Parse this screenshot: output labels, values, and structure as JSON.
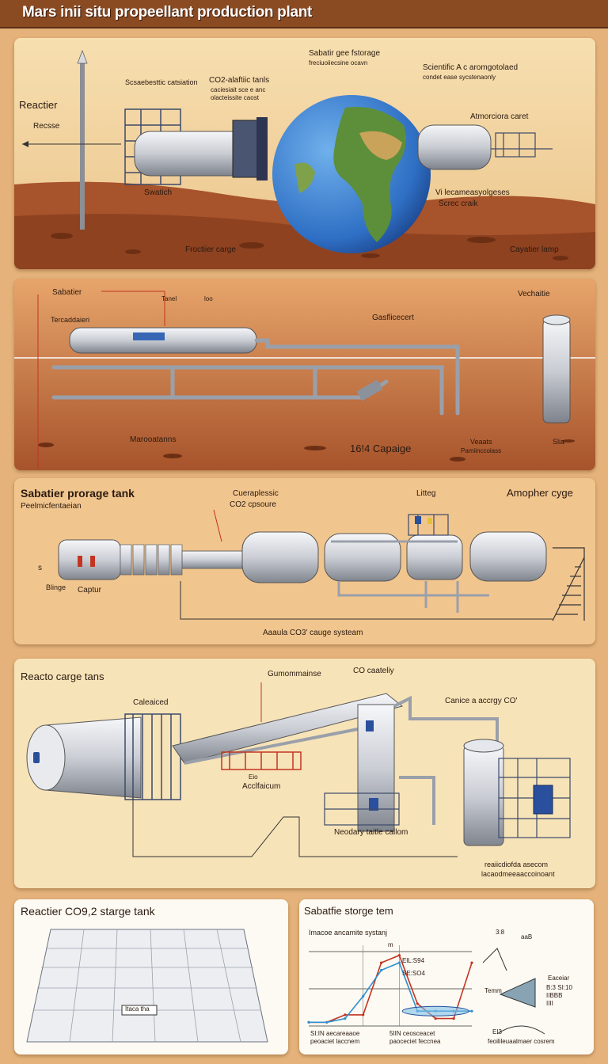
{
  "title": "Mars inii situ propeellant production plant",
  "panel1": {
    "labels": {
      "reactor": "Reactier",
      "receive": "Recsse",
      "separation": "Scsaebesttic catsiation",
      "co2_tanks": "CO2-alaftiic tanls",
      "co2_sub": "caciesiait sce e anc",
      "co2_sub2": "olacteissite caost",
      "storage_top": "Sabatir gee fstorage",
      "storage_sub": "freciuoiiecsine ocavn",
      "scientific": "Scientific A c aromgotolaed",
      "scientific_sub": "condet ease sycstenaonly",
      "atmosphere": "Atmorciora caret",
      "switch": "Swatich",
      "vi_label": "Vi lecameasyolgeses",
      "scree": "Screc craik",
      "product": "Froctiier carge",
      "capsule": "Cayatier lamp"
    }
  },
  "panel2": {
    "labels": {
      "sabatier": "Sabatier",
      "sensor": "Tanel",
      "loo": "loo",
      "encoder": "Tercaddaieri",
      "gas": "Gasflicecert",
      "vechicle": "Vechaitie",
      "maneuver": "Marooatanns",
      "capacity": "16!4 Capaige",
      "veau": "Veaats",
      "pneu": "Pamiinccoiass",
      "slot": "Slia"
    }
  },
  "panel3": {
    "labels": {
      "heading": "Sabatier prorage tank",
      "sub": "Peelmicfentaeian",
      "co2a": "Cueraplessic",
      "co2b": "CO2 cpsoure",
      "litteg": "Litteg",
      "amph": "Amopher cyge",
      "ref": "s",
      "blinge": "Blinge",
      "captur": "Captur",
      "bottom": "Aaaula CO3' cauge systeam"
    }
  },
  "panel4": {
    "labels": {
      "heading": "Reacto carge tans",
      "calcined": "Caleaiced",
      "commun": "Gumommainse",
      "co_cat": "CO caateliy",
      "canice": "Canice a accrgy CO'",
      "bio": "Eio",
      "acclim": "Acclfaicum",
      "neo": "Neodary taitle callom",
      "rea": "reaiicdiofda asecom",
      "rea2": "lacaodmeeaaccoinoant"
    }
  },
  "panel5": {
    "labels": {
      "heading": "Reactier  CO9,2 starge tank",
      "badge": "Itaca tha"
    }
  },
  "panel6": {
    "labels": {
      "heading": "Sabatfie storge tem",
      "sub": "Imacoe ancamite  systanj",
      "m": "m",
      "a1": "ElL:S94",
      "a2": "SE:SO4",
      "bl": "SI:IN  aecareaaoe",
      "bl2": "peoaciet laccnem",
      "bm": "5IIN  ceosceacet",
      "bm2": "paoceciet  feccnea",
      "r1": "3:8",
      "r2": "aaB",
      "r3": "Eaceiar",
      "r4": "Temm",
      "r5": "B:3 SI:10",
      "r6": "IIBBB",
      "r7": "IIII",
      "r8": "EI3",
      "br": "feoilileuaalmaer cosrem"
    }
  },
  "colors": {
    "title_bg": "#8a4a22",
    "sky": "#f2d29e",
    "ground": "#a7532b",
    "panel_light": "#f8e8c4",
    "steel": "#c9ccd2",
    "ocean": "#2f6fc4",
    "accent_red": "#c33522",
    "accent_blue": "#1f4f9c"
  },
  "chart_data": {
    "type": "line",
    "title": "Sabatfie storge tem",
    "subtitle": "Imacoe ancamite  systanj",
    "xlabel": "",
    "ylabel": "",
    "x": [
      0,
      1,
      2,
      3,
      4,
      5,
      6,
      7,
      8,
      9
    ],
    "series": [
      {
        "name": "",
        "color": "#c33522",
        "values": [
          0.05,
          0.05,
          0.15,
          0.15,
          0.85,
          0.95,
          0.3,
          0.1,
          0.1,
          0.85
        ]
      },
      {
        "name": "",
        "color": "#2f8fd0",
        "values": [
          0.05,
          0.05,
          0.1,
          0.4,
          0.75,
          0.85,
          0.2,
          0.2,
          0.2,
          0.2
        ]
      }
    ],
    "ylim": [
      0,
      1
    ],
    "grid": true
  }
}
